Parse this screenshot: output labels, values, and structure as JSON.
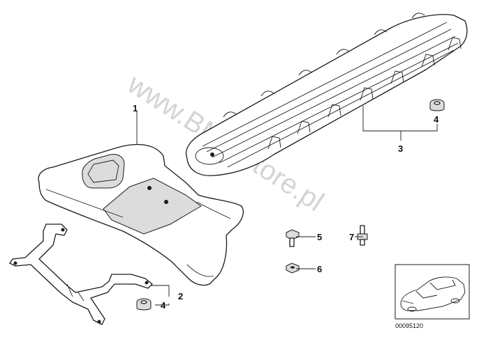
{
  "watermark": "www.BMWstore.pl",
  "callouts": [
    {
      "id": "c1",
      "label": "1"
    },
    {
      "id": "c2",
      "label": "2"
    },
    {
      "id": "c3",
      "label": "3"
    },
    {
      "id": "c4a",
      "label": "4"
    },
    {
      "id": "c4b",
      "label": "4"
    },
    {
      "id": "c5",
      "label": "5"
    },
    {
      "id": "c6",
      "label": "6"
    },
    {
      "id": "c7",
      "label": "7"
    }
  ],
  "thumbnail": {
    "reference_code": "00095120"
  }
}
